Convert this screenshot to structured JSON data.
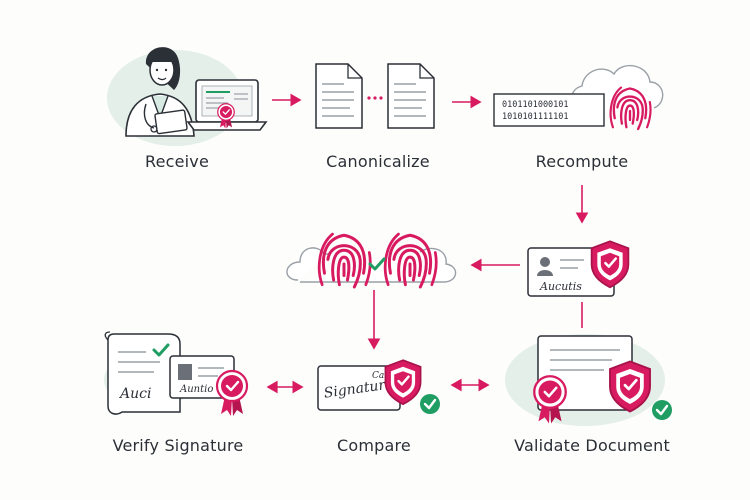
{
  "steps": {
    "receive": "Receive",
    "canonicalize": "Canonicalize",
    "recompute": "Recompute",
    "verify_signature": "Verify Signature",
    "compare": "Compare",
    "validate_document": "Validate Document"
  },
  "hash_text": {
    "line1": "0101101000101",
    "line2": "1010101111101"
  },
  "handwriting": {
    "signature_card": "Signature",
    "signature_card_small": "Ca",
    "id_card": "Aucutis",
    "doc_scrawl": "Auci",
    "badge_scrawl": "Auntio"
  },
  "colors": {
    "accent": "#d81b60",
    "check_green": "#1f9d63",
    "blob": "#e3efe8",
    "ink": "#2b2f36",
    "line": "#565b63"
  },
  "icons": [
    "doctor-with-laptop-icon",
    "document-pair-icon",
    "fingerprint-icon",
    "cloud-icon",
    "shield-check-icon",
    "id-card-icon",
    "seal-badge-icon",
    "check-icon"
  ]
}
